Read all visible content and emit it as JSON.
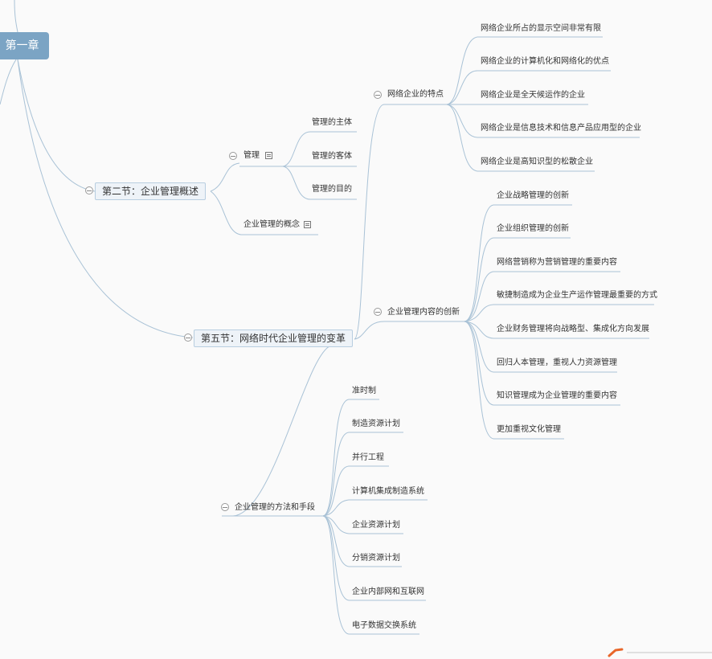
{
  "root": "第一章",
  "branches": {
    "sec2": "第二节：企业管理概述",
    "sec5": "第五节：网络时代企业管理的变革"
  },
  "sec2_children": {
    "mgmt": "管理",
    "concept": "企业管理的概念",
    "mgmt_items": [
      "管理的主体",
      "管理的客体",
      "管理的目的"
    ]
  },
  "sec5_children": {
    "features": "网络企业的特点",
    "innovation": "企业管理内容的创新",
    "methods": "企业管理的方法和手段"
  },
  "features_items": [
    "网络企业所占的显示空间非常有限",
    "网络企业的计算机化和网络化的优点",
    "网络企业是全天候运作的企业",
    "网络企业是信息技术和信息产品应用型的企业",
    "网络企业是高知识型的松散企业"
  ],
  "innovation_items": [
    "企业战略管理的创新",
    "企业组织管理的创新",
    "网络营销称为营销管理的重要内容",
    "敏捷制造成为企业生产运作管理最重要的方式",
    "企业财务管理将向战略型、集成化方向发展",
    "回归人本管理，重视人力资源管理",
    "知识管理成为企业管理的重要内容",
    "更加重视文化管理"
  ],
  "methods_items": [
    "准时制",
    "制造资源计划",
    "并行工程",
    "计算机集成制造系统",
    "企业资源计划",
    "分销资源计划",
    "企业内部网和互联网",
    "电子数据交换系统"
  ]
}
